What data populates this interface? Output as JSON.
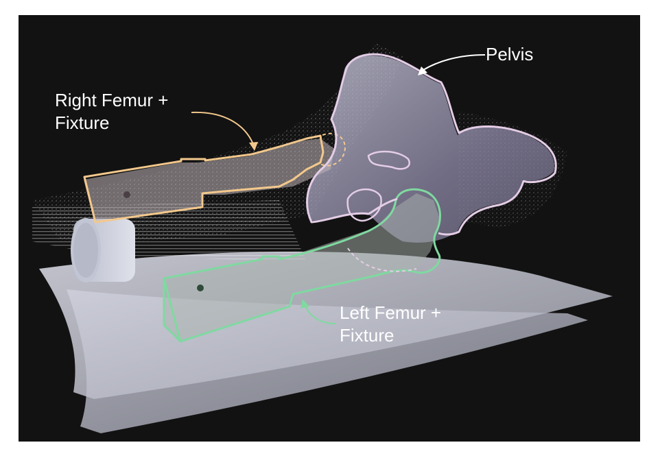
{
  "labels": {
    "pelvis": "Pelvis",
    "right_femur": {
      "line1": "Right Femur +",
      "line2": "Fixture"
    },
    "left_femur": {
      "line1": "Left Femur +",
      "line2": "Fixture"
    }
  },
  "colors": {
    "background": "#121212",
    "pelvis_outline": "#e4cde6",
    "right_femur_outline": "#f3c88c",
    "left_femur_outline": "#7fd9a0",
    "label_text": "#ffffff"
  }
}
